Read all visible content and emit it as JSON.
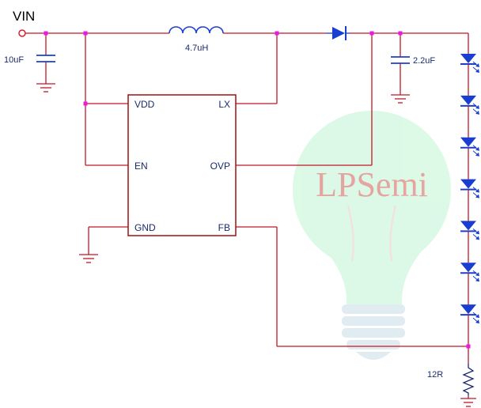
{
  "vin_label": "VIN",
  "components": {
    "inductor": "4.7uH",
    "input_cap": "10uF",
    "output_cap": "2.2uF",
    "sense_resistor": "12R"
  },
  "ic": {
    "pins_left": [
      "VDD",
      "EN",
      "GND"
    ],
    "pins_right": [
      "LX",
      "OVP",
      "FB"
    ]
  },
  "watermark": "LPSemi",
  "led_count": 7,
  "colors": {
    "wire": "#c0182a",
    "ic_outline": "#a01010",
    "junction": "#e81adf",
    "part_blue": "#1a3fd0",
    "label_text": "#1a2a6c",
    "watermark_text": "#e88a8a",
    "watermark_bulb": "#b6f1cb"
  }
}
